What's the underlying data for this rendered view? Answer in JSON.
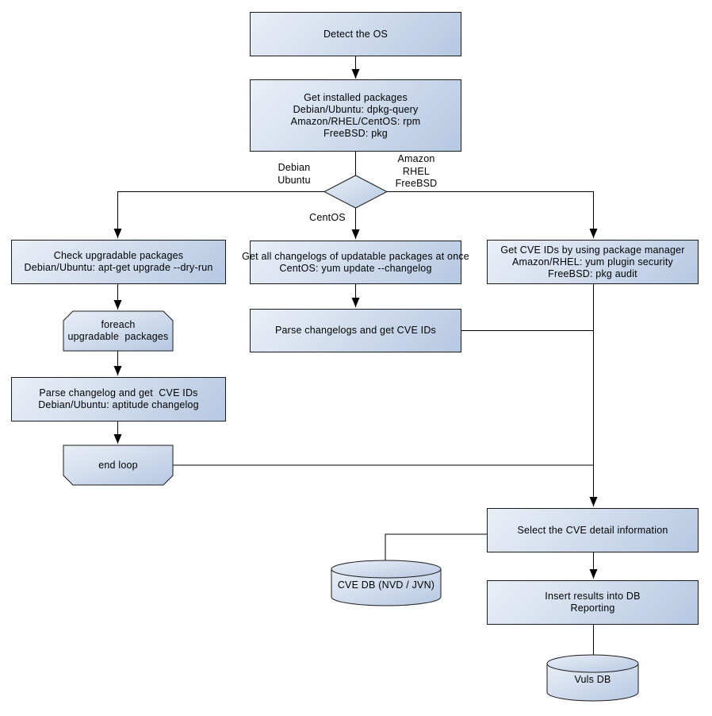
{
  "colors": {
    "node_fill_light": "#eaeff7",
    "node_fill_dark": "#b5c8e2",
    "node_border": "#1a1a1a",
    "connector": "#000000",
    "text": "#000000",
    "background": "#ffffff"
  },
  "nodes": {
    "detect_os": {
      "lines": [
        "Detect the OS"
      ]
    },
    "get_installed_packages": {
      "lines": [
        "Get installed packages",
        "Debian/Ubuntu: dpkg-query",
        "Amazon/RHEL/CentOS: rpm",
        "FreeBSD: pkg"
      ]
    },
    "check_upgradable_packages": {
      "lines": [
        "Check upgradable packages",
        "Debian/Ubuntu: apt-get upgrade --dry-run"
      ]
    },
    "foreach_upgradable_packages": {
      "lines": [
        "foreach",
        "upgradable  packages"
      ]
    },
    "parse_changelog_debian": {
      "lines": [
        "Parse changelog and get  CVE IDs",
        "Debian/Ubuntu: aptitude changelog"
      ]
    },
    "end_loop": {
      "lines": [
        "end loop"
      ]
    },
    "get_all_changelogs": {
      "lines": [
        "Get all changelogs of updatable packages at once",
        "CentOS: yum update --changelog"
      ]
    },
    "parse_changelogs_centos": {
      "lines": [
        "Parse changelogs and get CVE IDs"
      ]
    },
    "get_cve_ids_package_manager": {
      "lines": [
        "Get CVE IDs by using package manager",
        "Amazon/RHEL: yum plugin security",
        "FreeBSD: pkg audit"
      ]
    },
    "select_cve_detail": {
      "lines": [
        "Select the CVE detail information"
      ]
    },
    "cve_db": {
      "lines": [
        "CVE DB (NVD / JVN)"
      ]
    },
    "insert_results": {
      "lines": [
        "Insert results into DB",
        "Reporting"
      ]
    },
    "vuls_db": {
      "lines": [
        "Vuls DB"
      ]
    }
  },
  "edge_labels": {
    "left_branch": [
      "Debian",
      "Ubuntu"
    ],
    "right_branch": [
      "Amazon",
      "RHEL",
      "FreeBSD"
    ],
    "down_branch": "CentOS"
  }
}
